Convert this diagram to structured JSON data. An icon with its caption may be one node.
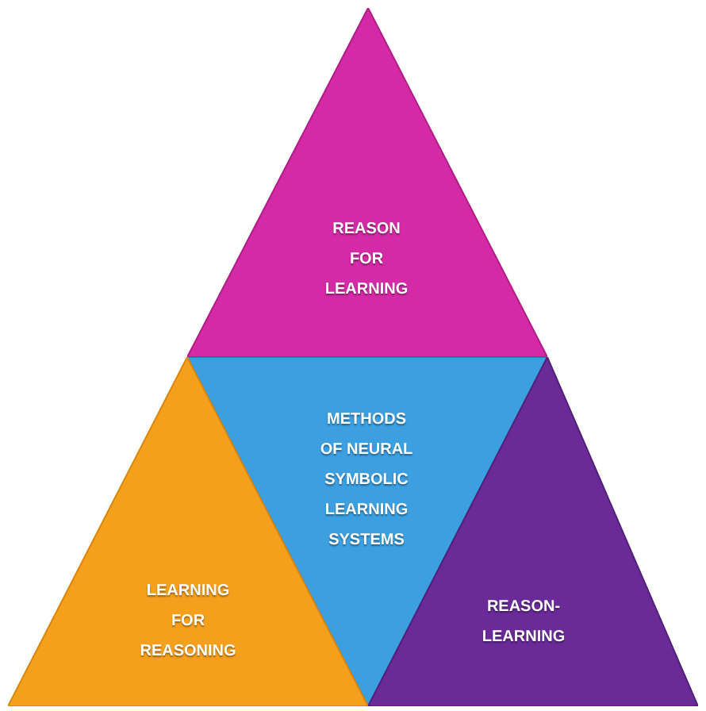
{
  "diagram": {
    "nodes": [
      {
        "text": [
          "REASON FOR LEARNING"
        ]
      },
      {
        "text": [
          "METHODS OF NEURAL SYMBOLIC LEARNING SYSTEMS"
        ]
      },
      {
        "text": [
          "LEARNING FOR REASONING"
        ]
      },
      {
        "text": [
          "REASON-LEARNING"
        ]
      }
    ]
  }
}
